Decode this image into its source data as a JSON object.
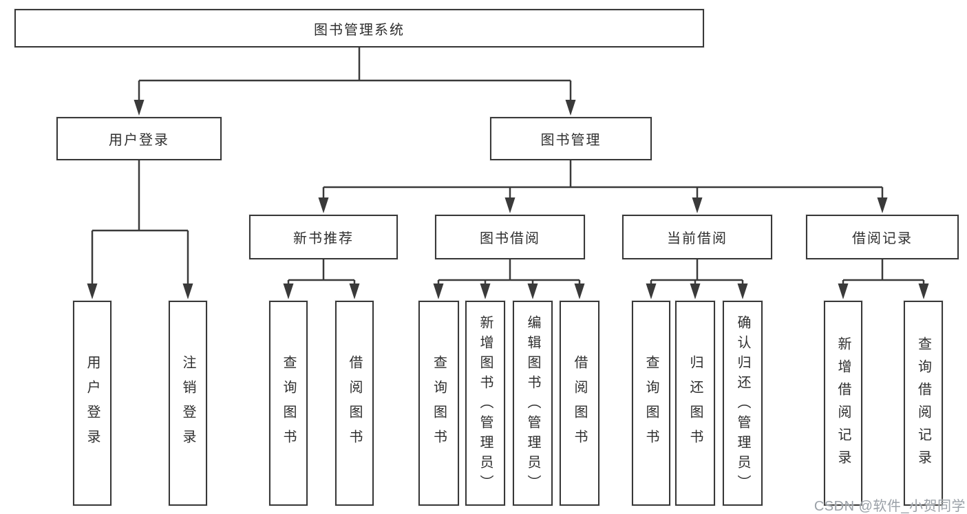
{
  "diagram": {
    "root": {
      "label": "图书管理系统"
    },
    "branches": [
      {
        "label": "用户登录",
        "children": [
          {
            "label": "用户登录"
          },
          {
            "label": "注销登录"
          }
        ]
      },
      {
        "label": "图书管理",
        "children": [
          {
            "label": "新书推荐",
            "children": [
              {
                "label": "查询图书"
              },
              {
                "label": "借阅图书"
              }
            ]
          },
          {
            "label": "图书借阅",
            "children": [
              {
                "label": "查询图书"
              },
              {
                "label": "新增图书（管理员）"
              },
              {
                "label": "编辑图书（管理员）"
              },
              {
                "label": "借阅图书"
              }
            ]
          },
          {
            "label": "当前借阅",
            "children": [
              {
                "label": "查询图书"
              },
              {
                "label": "归还图书"
              },
              {
                "label": "确认归还（管理员）"
              }
            ]
          },
          {
            "label": "借阅记录",
            "children": [
              {
                "label": "新增借阅记录"
              },
              {
                "label": "查询借阅记录"
              }
            ]
          }
        ]
      }
    ]
  },
  "watermark": {
    "text": "CSDN @软件_小贺同学"
  },
  "colors": {
    "line": "#3a3a3a",
    "box_border": "#383838",
    "text": "#2f2f2f",
    "background": "#ffffff",
    "watermark": "#9ba1a8"
  }
}
